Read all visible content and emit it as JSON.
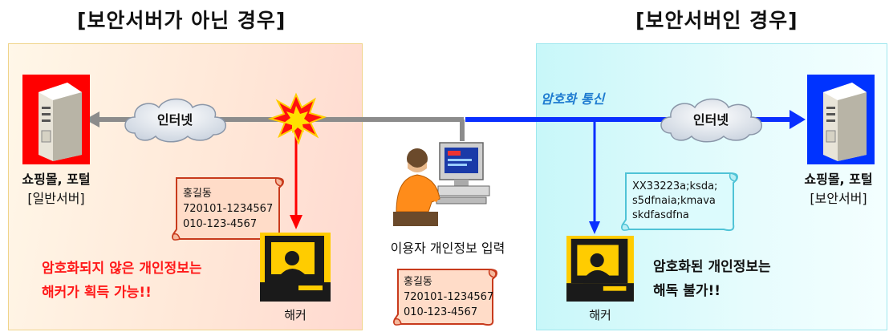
{
  "headings": {
    "left": "[보안서버가 아닌 경우]",
    "right": "[보안서버인 경우]"
  },
  "left": {
    "cloud_label": "인터넷",
    "server_label_line1": "쇼핑몰, 포털",
    "server_label_line2": "[일반서버]",
    "scroll_lines": [
      "홍길동",
      "720101-1234567",
      "010-123-4567"
    ],
    "warning_line1": "암호화되지 않은 개인정보는",
    "warning_line2": "해커가 획득 가능!!",
    "hacker_label": "해커"
  },
  "center": {
    "user_label": "이용자 개인정보 입력",
    "scroll_lines": [
      "홍길동",
      "720101-1234567",
      "010-123-4567"
    ]
  },
  "right": {
    "comm_label": "암호화 통신",
    "cloud_label": "인터넷",
    "server_label_line1": "쇼핑몰, 포털",
    "server_label_line2": "[보안서버]",
    "scroll_lines": [
      "XX33223a;ksda;",
      "s5dfnaia;kmava",
      "skdfasdfna"
    ],
    "result_line1": "암호화된 개인정보는",
    "result_line2": "해독 불가!!",
    "hacker_label": "해커"
  },
  "colors": {
    "warning_text": "#ff1a1a",
    "encrypted_text": "#1e7bd0",
    "blue_line": "#0a2fff",
    "gray_line": "#8c8c8c",
    "red_arrow": "#ff0000",
    "left_server_bg": "#ff0000",
    "right_server_bg": "#0033ff"
  }
}
